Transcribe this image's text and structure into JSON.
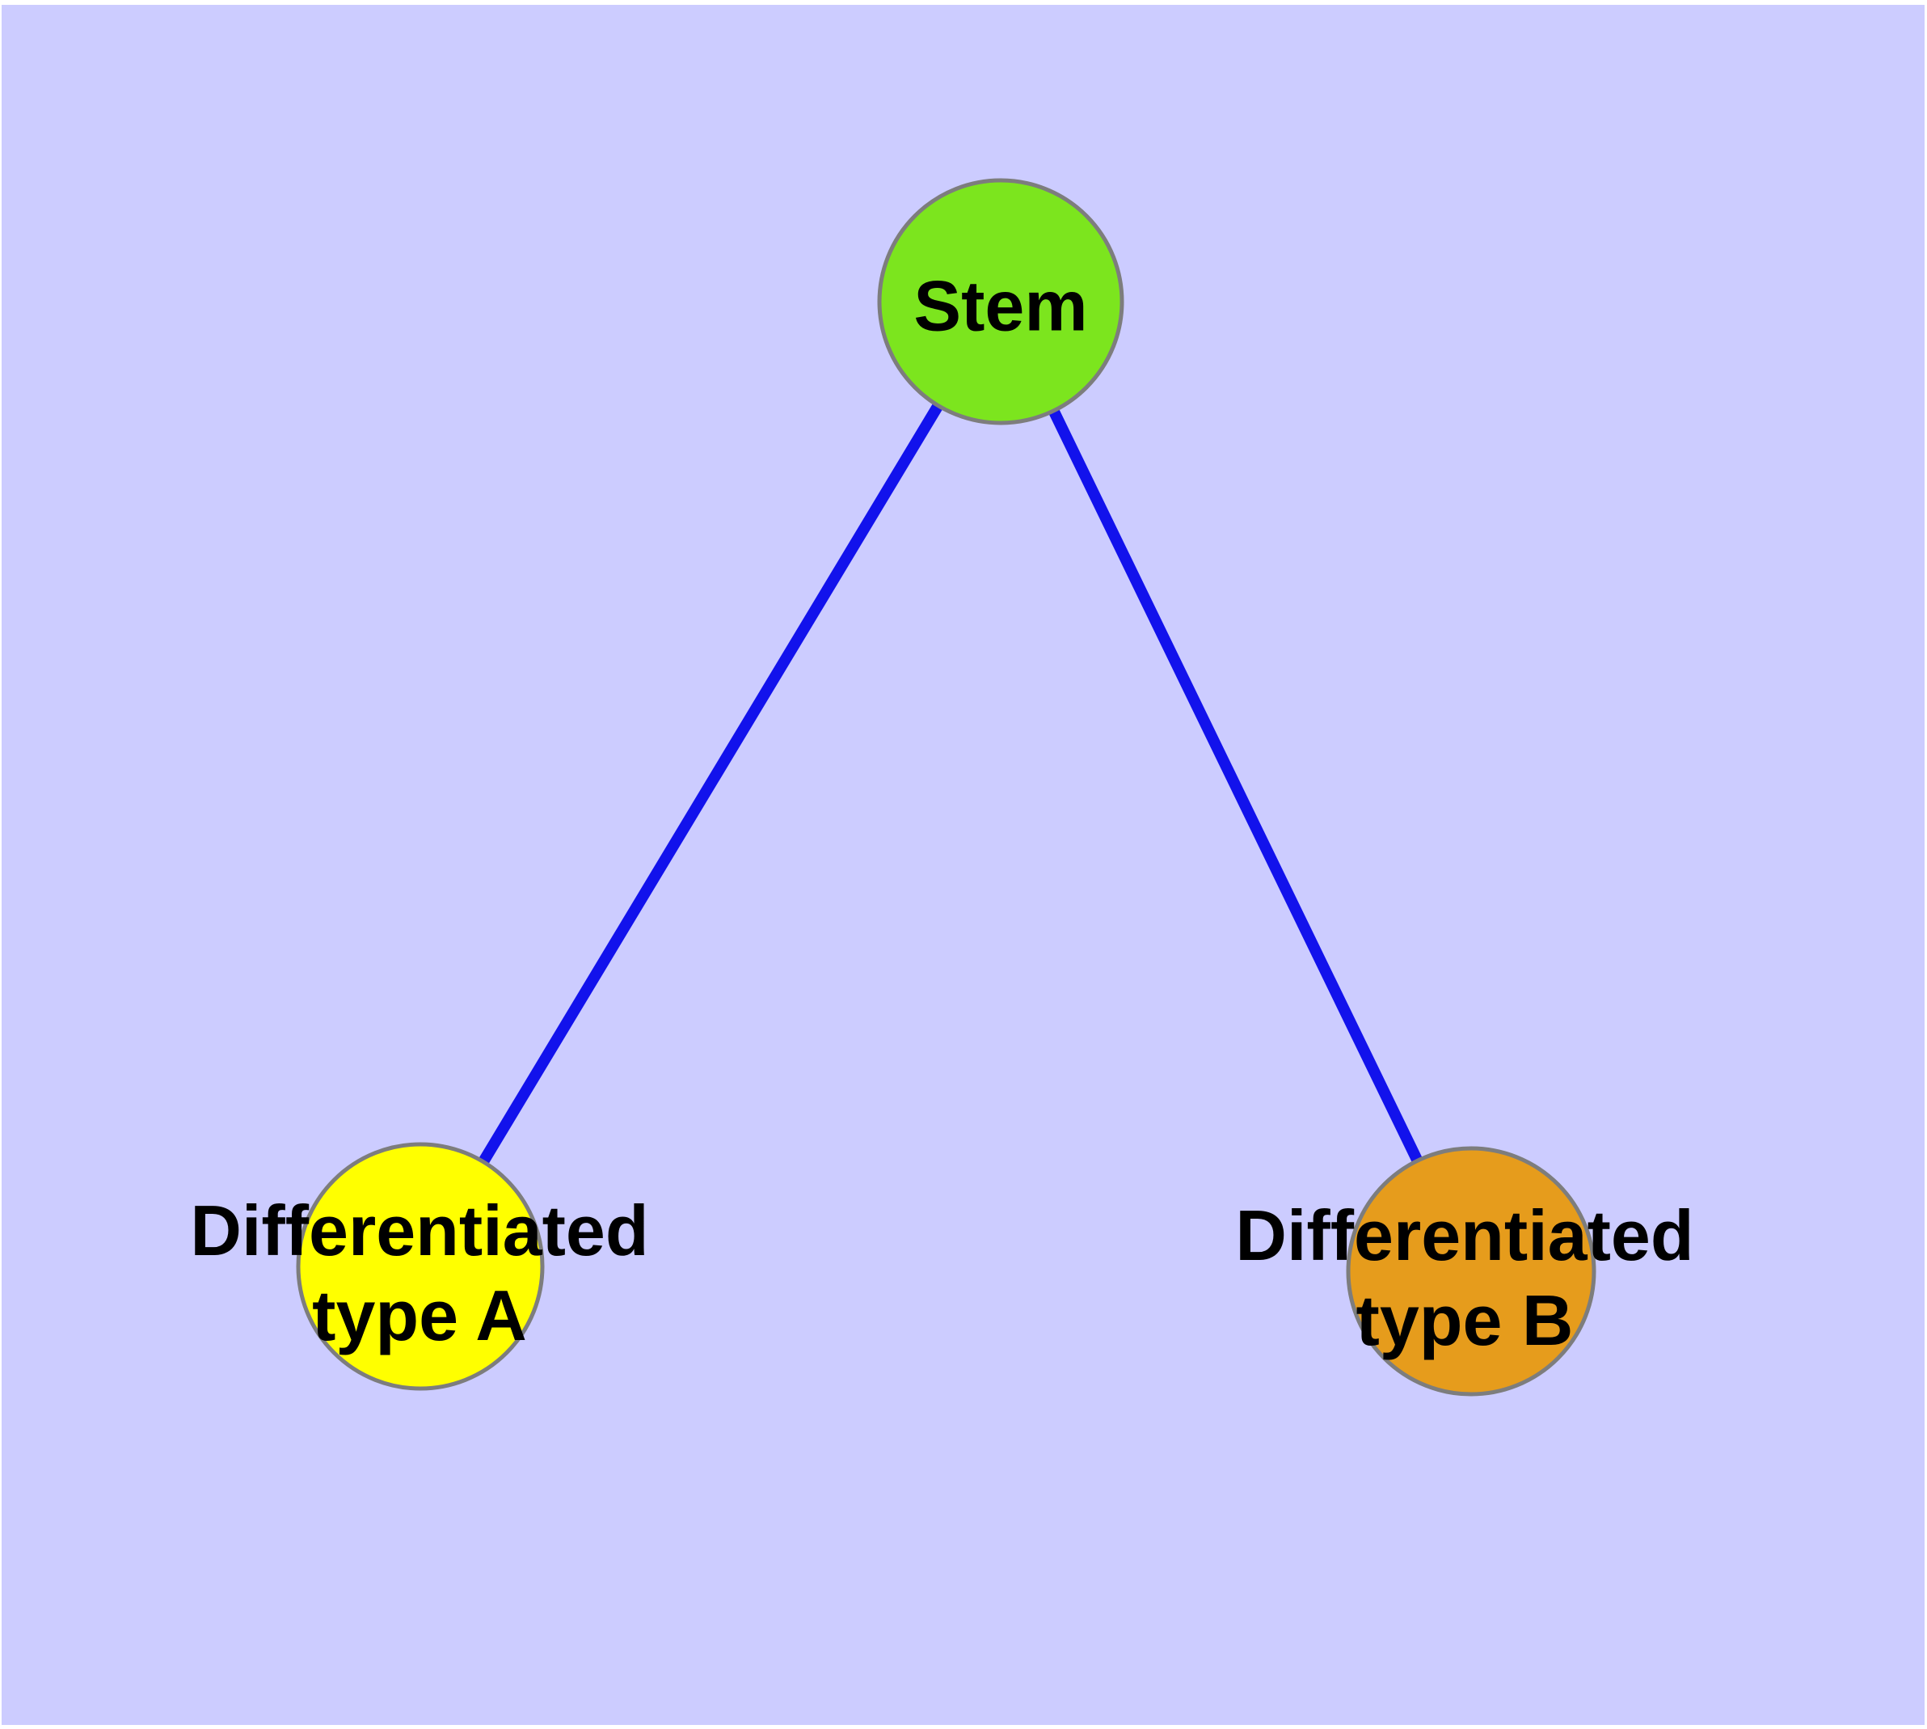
{
  "diagram": {
    "type": "node-link-graph",
    "background_color": "#CCCCFF",
    "edge_color": "#1212EC",
    "node_border_color": "#7D7D7D",
    "label_color": "#000000",
    "nodes": [
      {
        "id": "stem",
        "label": "Stem",
        "fill": "#7CE51E",
        "shape": "circle"
      },
      {
        "id": "type-a",
        "label": "Differentiated\ntype A",
        "fill": "#FFFF00",
        "shape": "circle"
      },
      {
        "id": "type-b",
        "label": "Differentiated\ntype B",
        "fill": "#E69C1C",
        "shape": "circle"
      }
    ],
    "edges": [
      {
        "from": "stem",
        "to": "type-a"
      },
      {
        "from": "stem",
        "to": "type-b"
      }
    ]
  }
}
